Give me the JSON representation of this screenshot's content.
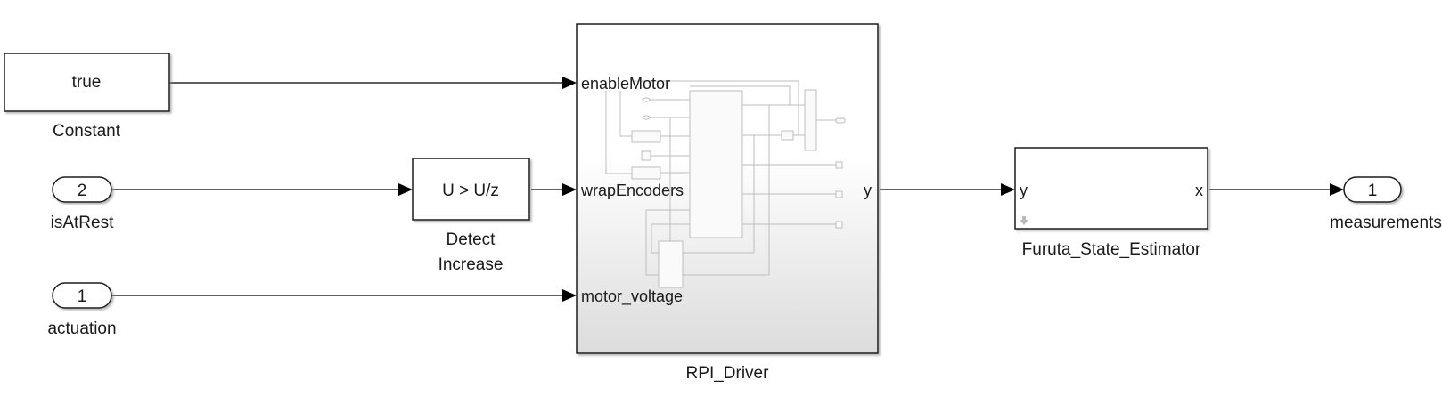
{
  "diagram": {
    "blocks": {
      "constant": {
        "value": "true",
        "name": "Constant"
      },
      "inport_isAtRest": {
        "number": "2",
        "name": "isAtRest"
      },
      "inport_actuation": {
        "number": "1",
        "name": "actuation"
      },
      "detect_increase": {
        "expr": "U > U/z",
        "name_line1": "Detect",
        "name_line2": "Increase"
      },
      "rpi_driver": {
        "name": "RPI_Driver",
        "inputs": [
          "enableMotor",
          "wrapEncoders",
          "motor_voltage"
        ],
        "output": "y"
      },
      "estimator": {
        "name": "Furuta_State_Estimator",
        "input": "y",
        "output": "x"
      },
      "outport_measurements": {
        "number": "1",
        "name": "measurements"
      }
    },
    "colors": {
      "line": "#000000",
      "block_border": "#1a1a1a",
      "thumbnail": "#bdbdbd",
      "gradient_bottom": "#dcdcdc"
    }
  }
}
